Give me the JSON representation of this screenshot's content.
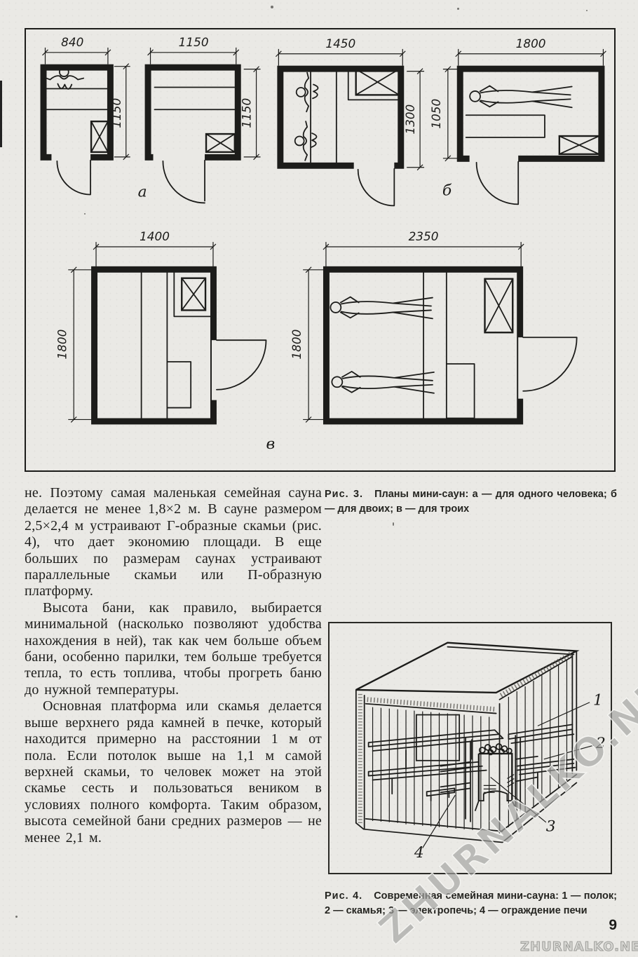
{
  "colors": {
    "paper": "#eae9e5",
    "ink": "#1c1c1a",
    "wm": "#bcbcb8"
  },
  "page": {
    "number": "9",
    "watermark_large": "ZHURNALKO.NET",
    "watermark_corner": "ZHURNALKO.NET"
  },
  "body": {
    "paragraphs": [
      "не. Поэтому самая маленькая семейная сауна делается не менее 1,8×2 м. В сауне размером 2,5×2,4 м устраивают Г-образные скамьи (рис. 4), что дает экономию площади. В еще больших по размерам саунах устраивают параллельные скамьи или П-образную платформу.",
      "Высота бани, как правило, выбирается минимальной (насколько позволяют удобства нахождения в ней), так как чем больше объем бани, особенно парилки, тем больше требуется тепла, то есть топлива, чтобы прогреть баню до нужной температуры.",
      "Основная платформа или скамья делается выше верхнего ряда камней в печке, который находится примерно на расстоянии 1 м от пола. Если потолок выше на 1,1 м самой верхней скамьи, то человек может на этой скамье сесть и пользоваться веником в условиях полного комфорта. Таким образом, высота семейной бани средних размеров — не менее 2,1 м."
    ]
  },
  "figure3": {
    "caption": {
      "label": "Рис. 3.",
      "text": "Планы мини-саун: а — для одного человека; б — для двоих; в — для троих"
    },
    "group_labels": {
      "a": "а",
      "b": "б",
      "v": "в"
    },
    "dims": {
      "a1_w": "840",
      "a1_h": "1150",
      "a2_w": "1150",
      "a2_h": "1150",
      "b1_w": "1450",
      "b1_h": "1300",
      "b2_w": "1800",
      "b2_h": "1050",
      "v1_w": "1400",
      "v1_h": "1800",
      "v2_w": "2350",
      "v2_h": "1800"
    }
  },
  "figure4": {
    "caption": {
      "label": "Рис. 4.",
      "text": "Современная семейная мини-сауна: 1 — полок; 2 — скамья; 3 — электропечь; 4 — ограждение печи"
    },
    "labels": {
      "n1": "1",
      "n2": "2",
      "n3": "3",
      "n4": "4"
    }
  }
}
